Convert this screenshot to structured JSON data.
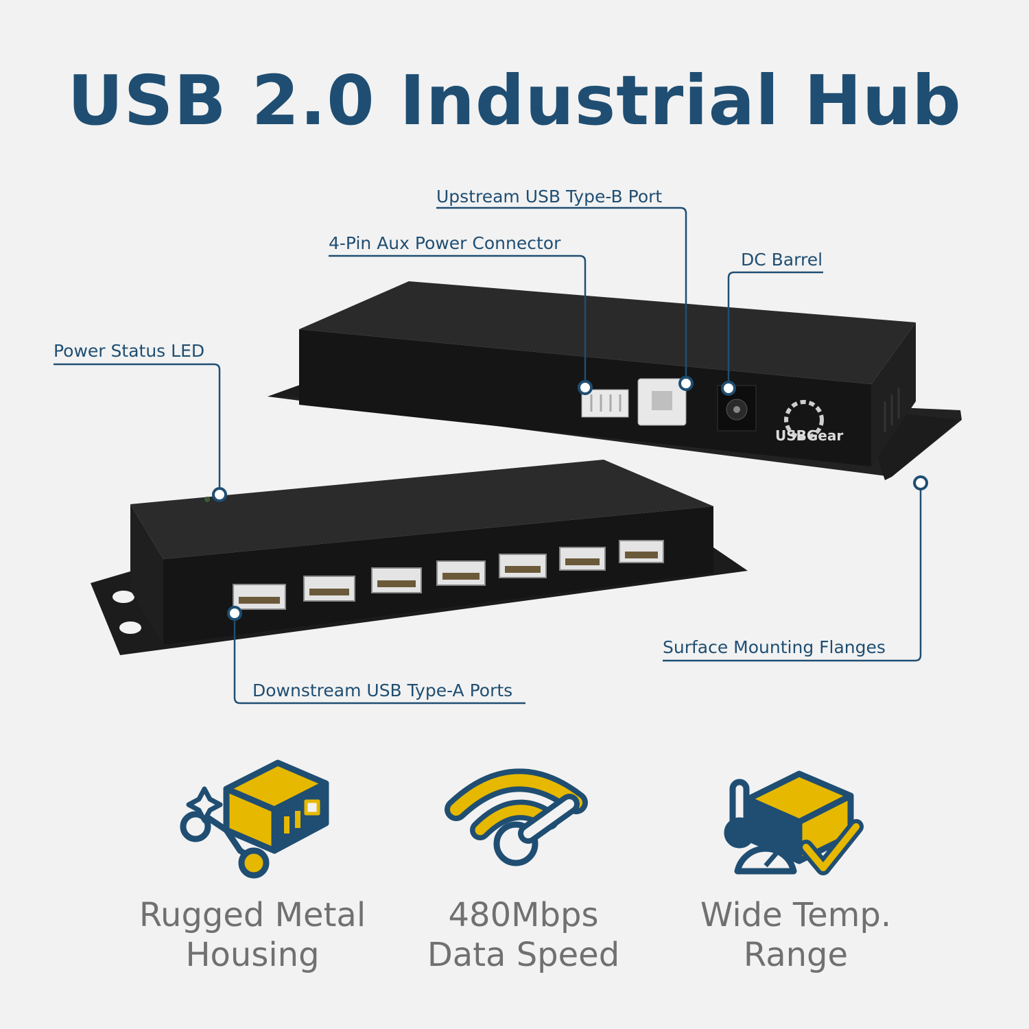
{
  "title": "USB 2.0 Industrial Hub",
  "callouts": {
    "upstream": "Upstream USB Type-B Port",
    "aux_power": "4-Pin Aux Power Connector",
    "dc_barrel": "DC Barrel",
    "power_led": "Power Status LED",
    "flanges": "Surface Mounting Flanges",
    "downstream": "Downstream USB Type-A Ports"
  },
  "features": [
    {
      "line1": "Rugged Metal",
      "line2": "Housing",
      "icon": "rugged-housing-icon"
    },
    {
      "line1": "480Mbps",
      "line2": "Data Speed",
      "icon": "wifi-speed-icon"
    },
    {
      "line1": "Wide Temp.",
      "line2": "Range",
      "icon": "temperature-range-icon"
    }
  ],
  "brand": "USBGear",
  "colors": {
    "accent": "#1f4e72",
    "gold": "#e6b800",
    "text_gray": "#707070",
    "background": "#f2f2f2",
    "device": "#1b1b1b"
  }
}
